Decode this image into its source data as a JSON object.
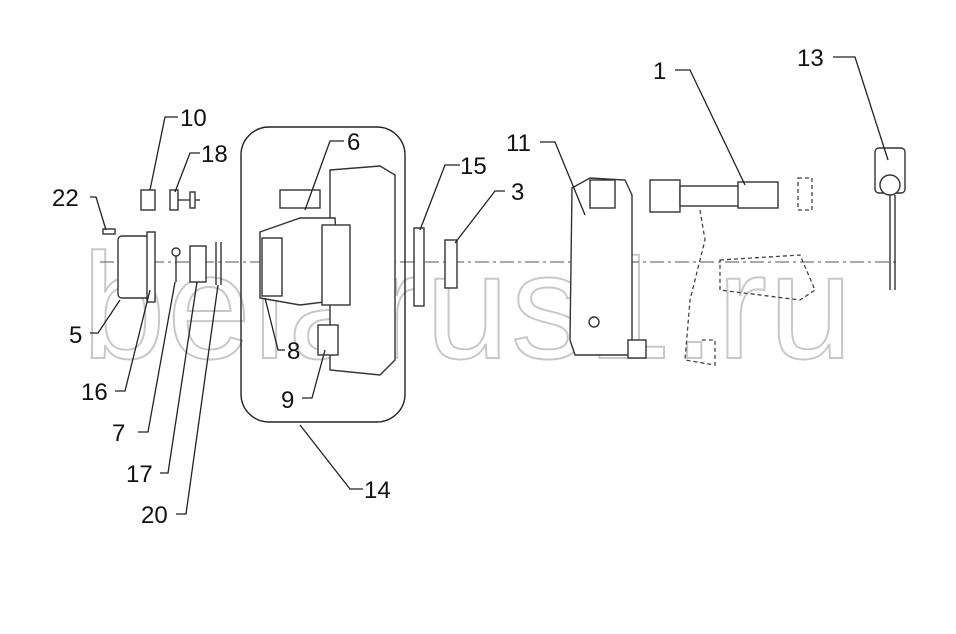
{
  "watermark": "belarus1.ru",
  "callouts": {
    "c1": "1",
    "c3": "3",
    "c5": "5",
    "c6": "6",
    "c7": "7",
    "c8": "8",
    "c9": "9",
    "c10": "10",
    "c11": "11",
    "c13": "13",
    "c14": "14",
    "c15": "15",
    "c16": "16",
    "c17": "17",
    "c18": "18",
    "c20": "20",
    "c22": "22"
  }
}
